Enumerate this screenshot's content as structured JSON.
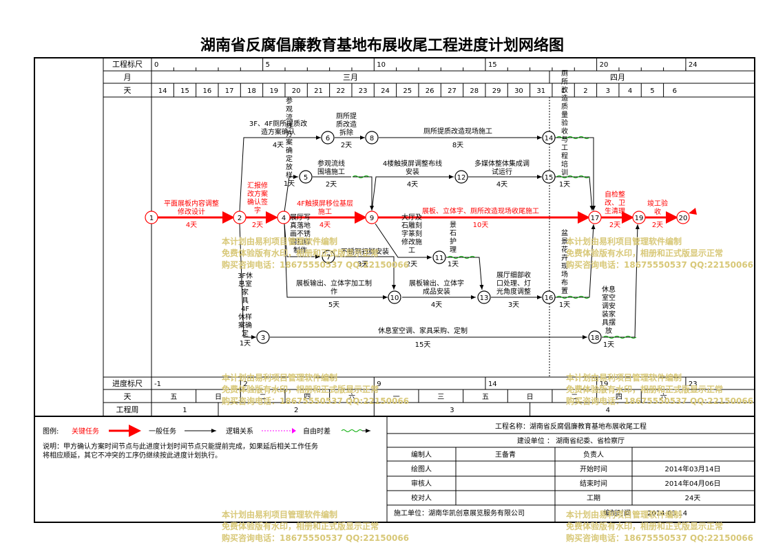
{
  "title": "湖南省反腐倡廉教育基地布展收尾工程进度计划网络图",
  "header": {
    "ruler_label": "工程标尺",
    "month_label": "月",
    "day_label": "天",
    "ruler_ticks": [
      "0",
      "5",
      "10",
      "15",
      "20",
      "24"
    ],
    "months": [
      "三月",
      "四月"
    ],
    "days": [
      "14",
      "15",
      "16",
      "17",
      "18",
      "19",
      "20",
      "21",
      "22",
      "23",
      "24",
      "25",
      "26",
      "27",
      "28",
      "29",
      "30",
      "31",
      "1",
      "2",
      "3",
      "4",
      "5",
      "6"
    ]
  },
  "footer": {
    "progress_label": "进度标尺",
    "progress_ticks": [
      "-1",
      "2",
      "9",
      "14",
      "19",
      "23"
    ],
    "weekday_label": "天",
    "weekdays": [
      "五",
      "日",
      "二",
      "四",
      "六",
      "一",
      "三",
      "五",
      "日",
      "二",
      "四",
      "六"
    ],
    "week_label": "工程周",
    "weeks": [
      "1",
      "2",
      "3",
      "4"
    ]
  },
  "nodes": [
    "1",
    "2",
    "3",
    "4",
    "5",
    "6",
    "7",
    "8",
    "9",
    "10",
    "11",
    "12",
    "13",
    "14",
    "15",
    "16",
    "17",
    "18",
    "19",
    "20"
  ],
  "tasks": {
    "t1_2": "平面展板内容调整修改设计",
    "t1_2_dur": "4天",
    "t2_4": "汇报修改方案确认签字",
    "t2_4_dur": "2天",
    "t2_6": "3F、4F厕所提质改造方案确认",
    "t2_6_dur": "4天",
    "t2_3": "3F休息室家具4F休样案确定",
    "t2_3_dur": "1天",
    "t4_5": "参观流线方案确定放样",
    "t4_5_dur": "1天",
    "t4_9": "4F触摸屏移位基层施工",
    "t4_9_dur": "4天",
    "t4_7": "展厅写真落地画不锈钢扫脚制作",
    "t4_10": "展板输出、立体字加工制作",
    "t4_10_dur": "5天",
    "t5_9": "参观流线围墙施工",
    "t5_9_dur": "2天",
    "t6_8": "厕所提质改造拆除",
    "t6_8_dur": "2天",
    "t8_14": "厕所提质改造现场施工",
    "t8_14_dur": "8天",
    "t7_10": "不锈钢扫脚安装",
    "t7_10_dur": "3天",
    "t9_12": "4楼触摸屏调整布线安装",
    "t9_12_dur": "4天",
    "t9_17": "展板、立体字、厕所改造现场收尾施工",
    "t9_17_dur": "10天",
    "t9_11": "大厅及石雕刻字篆刻修改施工",
    "t9_11_dur": "2天",
    "t10_13": "展板输出、立体字成品安装",
    "t10_13_dur": "4天",
    "t11_13": "景石护理",
    "t11_13_dur": "1天",
    "t12_15": "多媒体整体集成调试运行",
    "t12_15_dur": "4天",
    "t13_16": "展厅细部收口处理、灯光角度调整",
    "t13_16_dur": "3天",
    "t14_17": "厕所改造质量验收与工程培训",
    "t15_17": "",
    "t15_17_dur": "1天",
    "t16_17": "盆景花卉现场布置",
    "t16_17_dur": "1天",
    "t3_18": "休息室空调、家具采购、定制",
    "t3_18_dur": "15天",
    "t18_19": "休息室空调安装家具摆放",
    "t18_19_dur": "1天",
    "t17_19": "自检整改、卫生清理",
    "t17_19_dur": "2天",
    "t19_20": "竣工验收",
    "t19_20_dur": "2天"
  },
  "legend": {
    "label": "图例:",
    "critical": "关键任务",
    "general": "一般任务",
    "logic": "逻辑关系",
    "float": "自由时差",
    "note": "说明：甲方确认方案时间节点与此进度计划时间节点只能提前完成，如果延后相关工作任务将相应顺延，其它不冲突的工序仍继续按此进度计划执行。"
  },
  "info": {
    "project": "工程名称：湖南省反腐倡廉教育基地布展收尾工程",
    "builder": "建设单位 ： 湖南省纪委、省检察厅",
    "compiler_label": "编制人",
    "compiler": "王备青",
    "principal_label": "负责人",
    "drawer_label": "绘图人",
    "start_label": "开始时间",
    "start": "2014年03月14日",
    "reviewer_label": "审核人",
    "end_label": "结束时间",
    "end": "2014年04月06日",
    "checker_label": "校对人",
    "duration_label": "工期",
    "duration": "24天",
    "contractor": "施工单位：湖南华凯创意展览服务有限公司",
    "compile_date_label": "编制时间",
    "compile_date": "2014-03-14"
  },
  "watermark": {
    "line1": "本计划由易利项目管理软件编制",
    "line2": "免费体验版有水印，相册和正式版显示正常",
    "line3": "购买咨询电话：18675550537 QQ:22150066"
  },
  "colors": {
    "critical": "#ff0000",
    "normal": "#000000",
    "float": "#00aa00",
    "watermark": "#d8c878"
  }
}
